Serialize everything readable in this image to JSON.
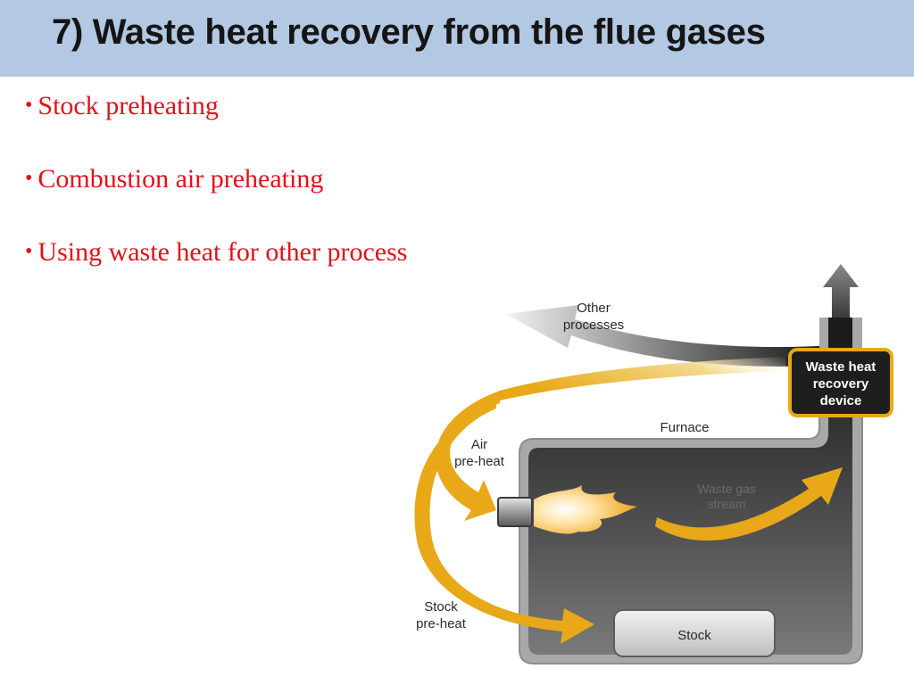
{
  "slide": {
    "title": "7) Waste heat recovery from the flue gases"
  },
  "bullets": [
    {
      "text": "Stock preheating"
    },
    {
      "text": "Combustion air preheating"
    },
    {
      "text": "Using waste heat for other process"
    }
  ],
  "diagram": {
    "other_processes": [
      "Other",
      "processes"
    ],
    "device": [
      "Waste heat",
      "recovery",
      "device"
    ],
    "furnace": "Furnace",
    "air_preheat": [
      "Air",
      "pre-heat"
    ],
    "waste_gas": [
      "Waste gas",
      "stream"
    ],
    "stock_preheat": [
      "Stock",
      "pre-heat"
    ],
    "stock": "Stock"
  },
  "colors": {
    "title_bg": "#b3c8e2",
    "bullet_text": "#e3101a",
    "heat_arrow": "#e8a817",
    "device_border": "#e8a817"
  }
}
